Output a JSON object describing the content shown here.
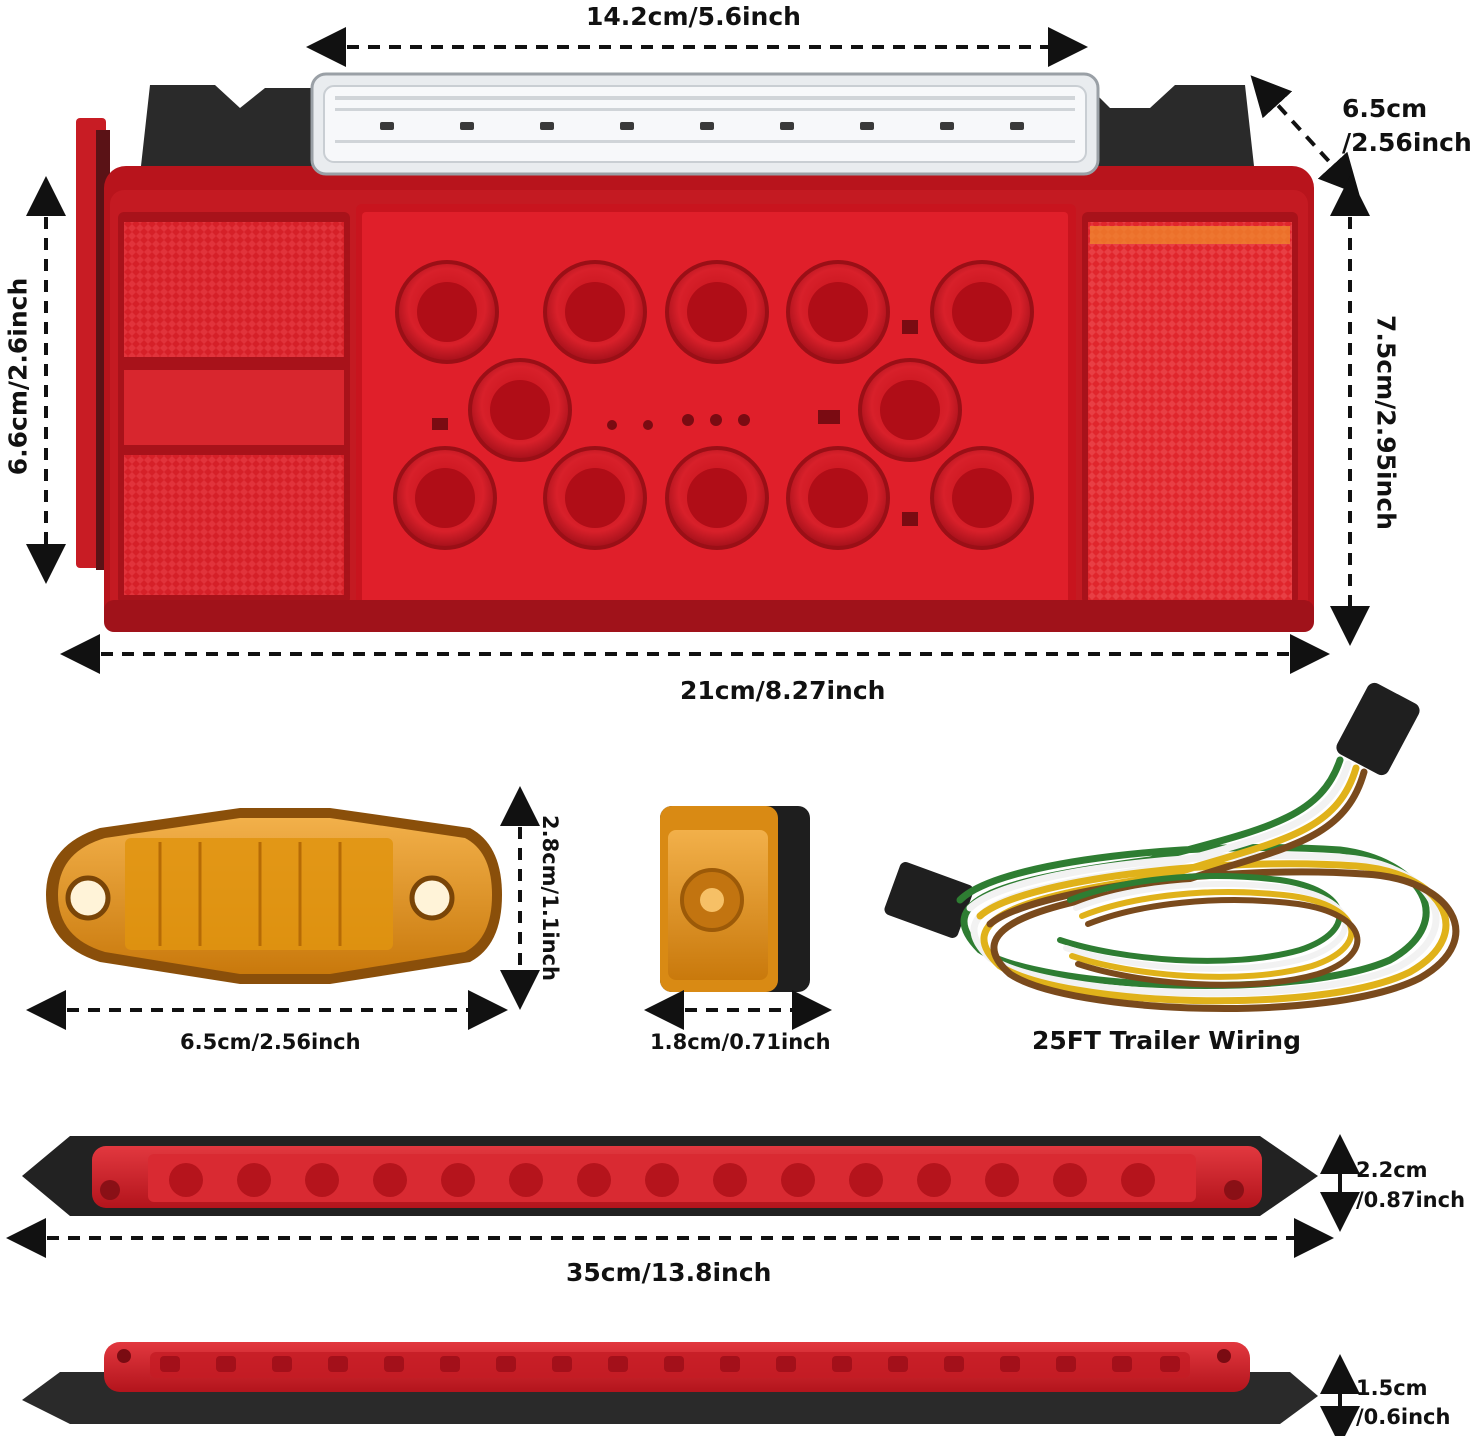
{
  "main_light": {
    "top_width": "14.2cm/5.6inch",
    "depth_line1": "6.5cm",
    "depth_line2": "/2.56inch",
    "left_height": "6.6cm/2.6inch",
    "right_height": "7.5cm/2.95inch",
    "bottom_width": "21cm/8.27inch"
  },
  "marker_light": {
    "height": "2.8cm/1.1inch",
    "width": "6.5cm/2.56inch"
  },
  "small_light": {
    "width": "1.8cm/0.71inch"
  },
  "wiring": {
    "caption": "25FT Trailer Wiring"
  },
  "light_bar_1": {
    "height_line1": "2.2cm",
    "height_line2": "/0.87inch",
    "width": "35cm/13.8inch"
  },
  "light_bar_2": {
    "height_line1": "1.5cm",
    "height_line2": "/0.6inch"
  },
  "colors": {
    "red_lens": "#d8202a",
    "amber_lens": "#e59a1c",
    "housing": "#1e1e1e"
  }
}
